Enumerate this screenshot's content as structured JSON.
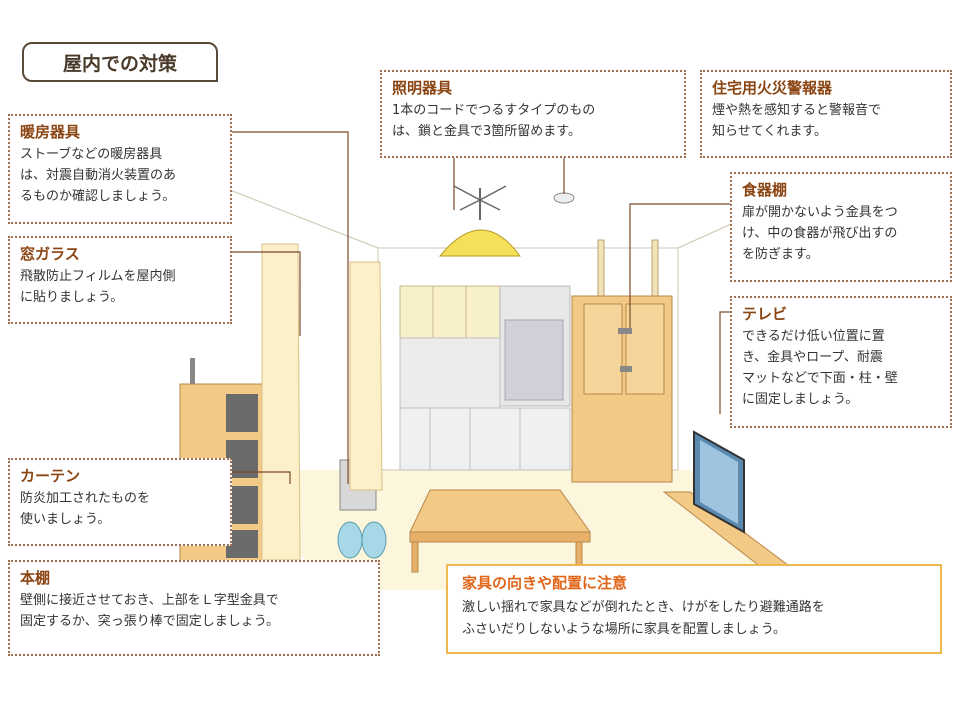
{
  "page_title": "屋内での対策",
  "sections": {
    "heater": {
      "title": "暖房器具",
      "lines": [
        "ストーブなどの暖房器具",
        "は、対震自動消火装置のあ",
        "るものか確認しましょう。"
      ]
    },
    "window": {
      "title": "窓ガラス",
      "lines": [
        "飛散防止フィルムを屋内側",
        "に貼りましょう。"
      ]
    },
    "curtain": {
      "title": "カーテン",
      "lines": [
        "防炎加工されたものを",
        "使いましょう。"
      ]
    },
    "bookshelf": {
      "title": "本棚",
      "lines": [
        "壁側に接近させておき、上部をＬ字型金具で",
        "固定するか、突っ張り棒で固定しましょう。"
      ]
    },
    "lighting": {
      "title": "照明器具",
      "lines": [
        "1本のコードでつるすタイプのもの",
        "は、鎖と金具で3箇所留めます。"
      ]
    },
    "alarm": {
      "title": "住宅用火災警報器",
      "lines": [
        "煙や熱を感知すると警報音で",
        "知らせてくれます。"
      ]
    },
    "cupboard": {
      "title": "食器棚",
      "lines": [
        "扉が開かないよう金具をつ",
        "け、中の食器が飛び出すの",
        "を防ぎます。"
      ]
    },
    "tv": {
      "title": "テレビ",
      "lines": [
        "できるだけ低い位置に置",
        "き、金具やロープ、耐震",
        "マットなどで下面・柱・壁",
        "に固定しましょう。"
      ]
    },
    "furniture": {
      "title": "家具の向きや配置に注意",
      "lines": [
        "激しい揺れで家具などが倒れたとき、けがをしたり避難通路を",
        "ふさいだりしないような場所に家具を配置しましょう。"
      ]
    }
  },
  "colors": {
    "title_text": "#8b4513",
    "note_title": "#e0661a",
    "note_border": "#f0b850",
    "dotted_border": "#a07050",
    "wood": "#f3c986",
    "lamp": "#f6e05a"
  }
}
